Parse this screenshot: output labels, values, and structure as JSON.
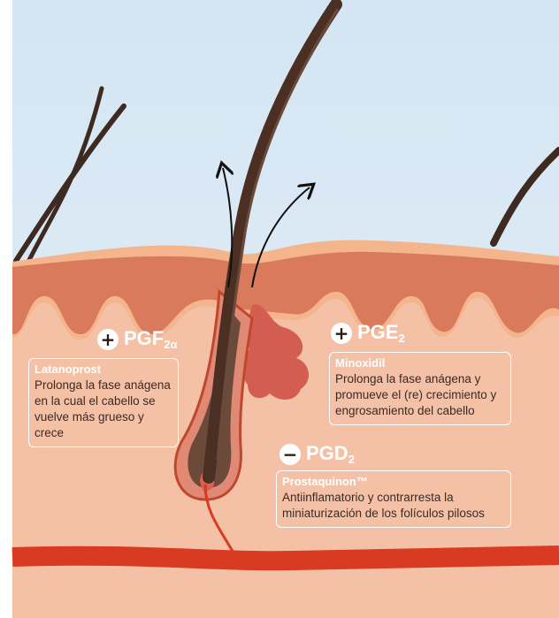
{
  "labels": {
    "pgf": {
      "sign": "+",
      "name": "PGF",
      "sub": "2α",
      "drug": "Latanoprost",
      "desc": [
        "Prolonga la fase anágena",
        "en la cual el cabello se",
        "vuelve más grueso y crece"
      ]
    },
    "pge": {
      "sign": "+",
      "name": "PGE",
      "sub": "2",
      "drug": "Minoxidil",
      "desc": [
        "Prolonga la fase anágena y",
        "promueve el (re) crecimiento y",
        "engrosamiento del cabello"
      ]
    },
    "pgd": {
      "sign": "−",
      "name": "PGD",
      "sub": "2",
      "drug": "Prostaquinon™",
      "desc": [
        "Antiinflamatorio y contrarresta la",
        "miniaturización de los folículos pilosos"
      ]
    }
  },
  "colors": {
    "sky": "#d9e8f2",
    "skin_top": "#f4b88e",
    "epidermis": "#d97a5c",
    "dermis": "#f4c0a6",
    "hair": "#4a2f22",
    "vessel": "#d93a22",
    "gland": "#d35f52"
  }
}
